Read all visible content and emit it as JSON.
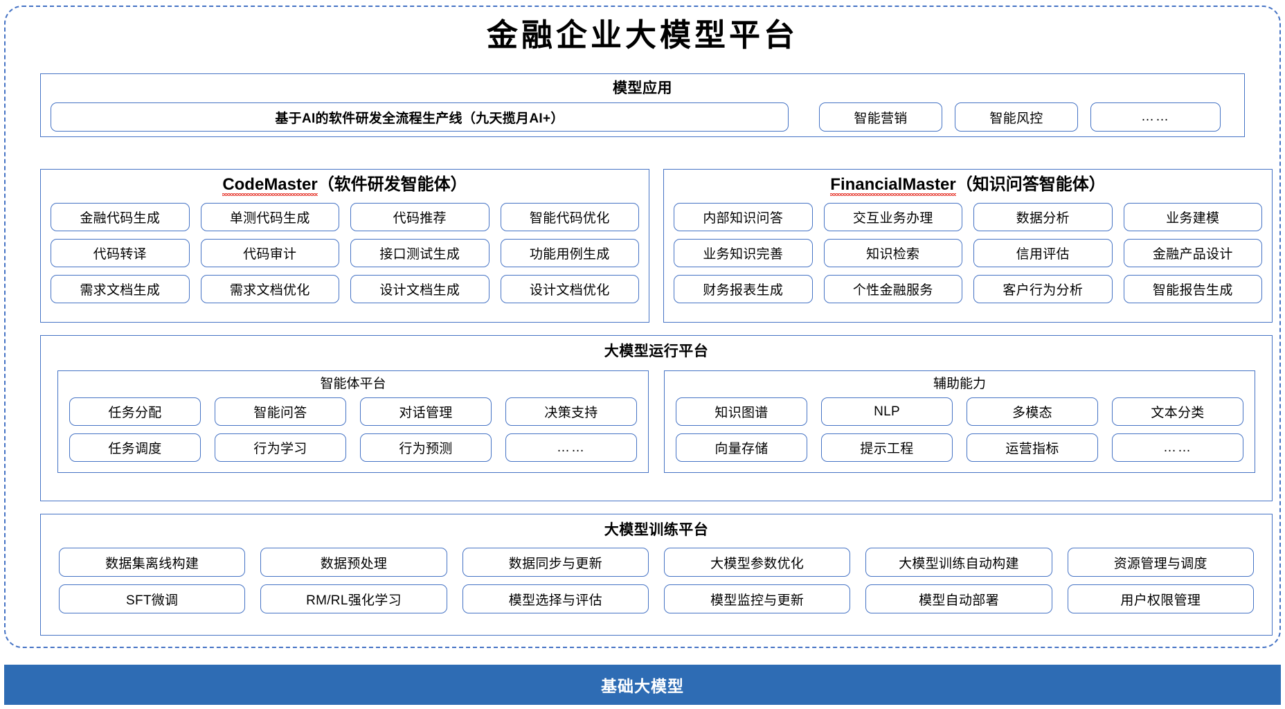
{
  "page_title": "金融企业大模型平台",
  "colors": {
    "outline_blue": "#4472c4",
    "footer_blue": "#2e6cb4",
    "spellcheck_red": "#e8453c",
    "background": "#ffffff",
    "text": "#000000"
  },
  "application_layer": {
    "title": "模型应用",
    "chips": [
      "基于AI的软件研发全流程生产线（九天揽月AI+）",
      "智能营销",
      "智能风控",
      "……"
    ]
  },
  "agents": [
    {
      "name": "CodeMaster",
      "name_suffix": "（软件研发智能体）",
      "spellcheck_underline": true,
      "rows": [
        [
          "金融代码生成",
          "单测代码生成",
          "代码推荐",
          "智能代码优化"
        ],
        [
          "代码转译",
          "代码审计",
          "接口测试生成",
          "功能用例生成"
        ],
        [
          "需求文档生成",
          "需求文档优化",
          "设计文档生成",
          "设计文档优化"
        ]
      ]
    },
    {
      "name": "FinancialMaster",
      "name_suffix": "（知识问答智能体）",
      "spellcheck_underline": true,
      "rows": [
        [
          "内部知识问答",
          "交互业务办理",
          "数据分析",
          "业务建模"
        ],
        [
          "业务知识完善",
          "知识检索",
          "信用评估",
          "金融产品设计"
        ],
        [
          "财务报表生成",
          "个性金融服务",
          "客户行为分析",
          "智能报告生成"
        ]
      ]
    }
  ],
  "runtime_layer": {
    "title": "大模型运行平台",
    "groups": [
      {
        "title": "智能体平台",
        "rows": [
          [
            "任务分配",
            "智能问答",
            "对话管理",
            "决策支持"
          ],
          [
            "任务调度",
            "行为学习",
            "行为预测",
            "……"
          ]
        ]
      },
      {
        "title": "辅助能力",
        "rows": [
          [
            "知识图谱",
            "NLP",
            "多模态",
            "文本分类"
          ],
          [
            "向量存储",
            "提示工程",
            "运营指标",
            "……"
          ]
        ]
      }
    ]
  },
  "training_layer": {
    "title": "大模型训练平台",
    "rows": [
      [
        "数据集离线构建",
        "数据预处理",
        "数据同步与更新",
        "大模型参数优化",
        "大模型训练自动构建",
        "资源管理与调度"
      ],
      [
        "SFT微调",
        "RM/RL强化学习",
        "模型选择与评估",
        "模型监控与更新",
        "模型自动部署",
        "用户权限管理"
      ]
    ]
  },
  "foundation_bar": {
    "label": "基础大模型"
  }
}
